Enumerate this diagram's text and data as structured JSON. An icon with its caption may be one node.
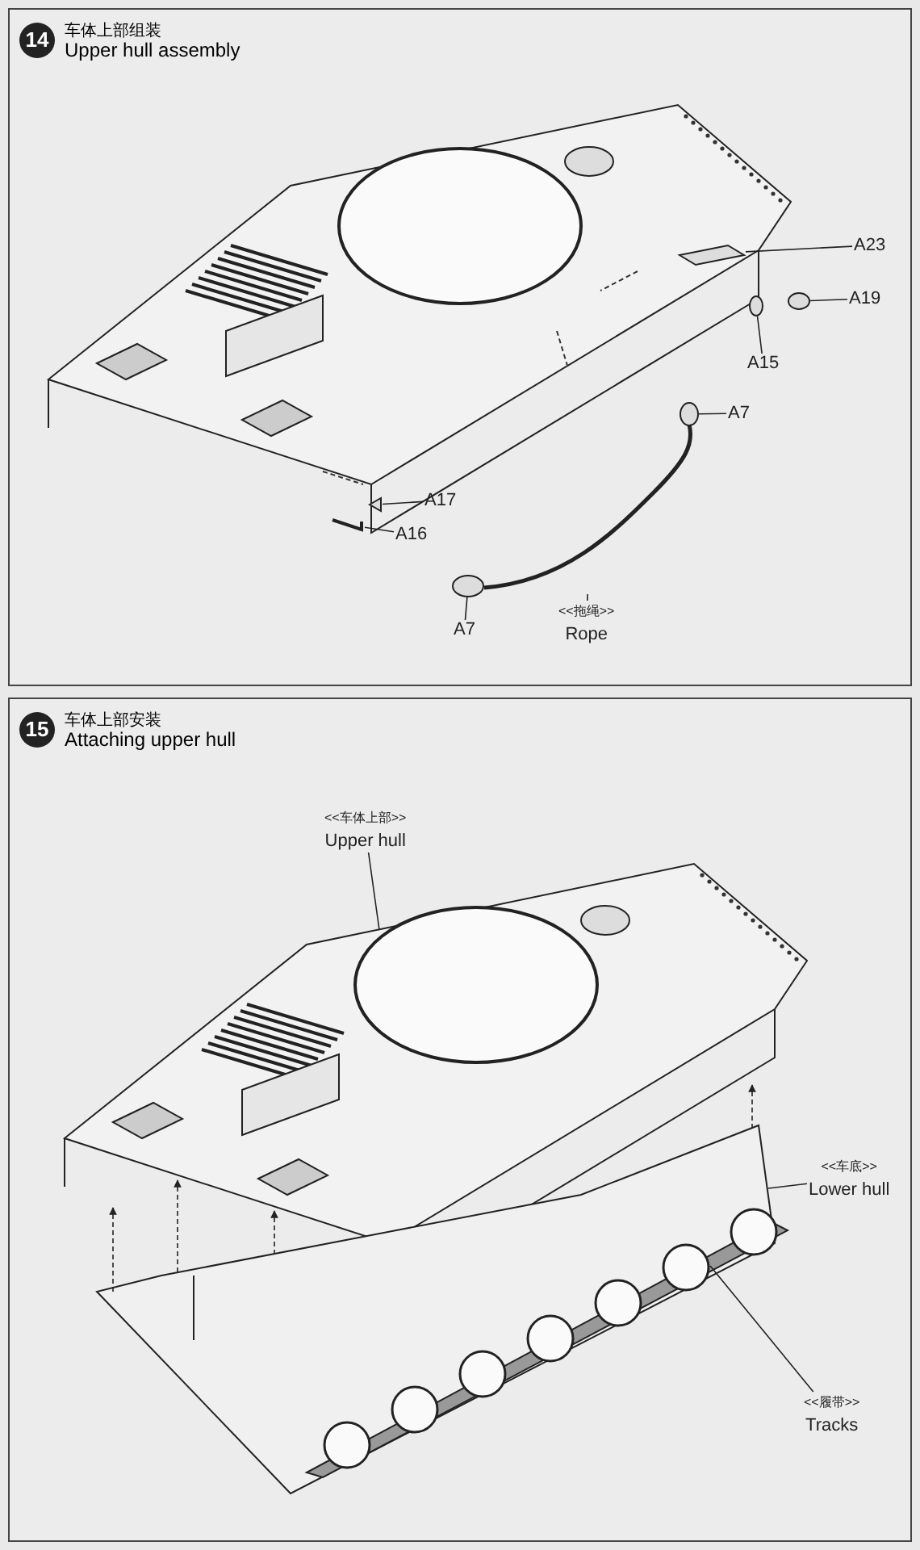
{
  "diagram": {
    "nodes": [
      {
        "text": [
          "14",
          "车体上部组装",
          "Upper hull assembly"
        ]
      },
      {
        "text": [
          "A23"
        ],
        "in": 0
      },
      {
        "text": [
          "A19"
        ],
        "in": 0
      },
      {
        "text": [
          "A15"
        ],
        "in": 0
      },
      {
        "text": [
          "A7"
        ],
        "in": 0
      },
      {
        "text": [
          "A17"
        ],
        "in": 0
      },
      {
        "text": [
          "A16"
        ],
        "in": 0
      },
      {
        "text": [
          "<<拖绳>>",
          "Rope"
        ],
        "in": 0
      },
      {
        "text": [
          "A7"
        ],
        "in": 0
      },
      {
        "text": [],
        "shape": "picture",
        "in": 0
      },
      {
        "text": [],
        "shape": "circle",
        "in": 0
      },
      {
        "text": [],
        "shape": "circle",
        "in": 0
      },
      {
        "text": [],
        "shape": "circle",
        "in": 0
      },
      {
        "text": [],
        "shape": "picture",
        "in": 0
      },
      {
        "text": [],
        "shape": "picture",
        "in": 0
      },
      {
        "text": [],
        "shape": "picture",
        "in": 0
      },
      {
        "text": [],
        "shape": "circle",
        "in": 0
      },
      {
        "text": [
          "15",
          "车体上部安装",
          "Attaching upper hull"
        ]
      },
      {
        "text": [
          "<<车体上部>>",
          "Upper hull"
        ],
        "in": 17
      },
      {
        "text": [
          "<<车底>>",
          "Lower hull"
        ],
        "in": 17
      },
      {
        "text": [
          "<<履带>>",
          "Tracks"
        ],
        "in": 17
      },
      {
        "text": [],
        "shape": "picture",
        "in": 17
      },
      {
        "text": [],
        "shape": "picture",
        "in": 17
      },
      {
        "text": [],
        "shape": "picture",
        "in": 22
      }
    ],
    "edges": [
      {
        "from": 1,
        "to": 9,
        "arrow": "none"
      },
      {
        "from": 2,
        "to": 10,
        "arrow": "none"
      },
      {
        "from": 3,
        "to": 11,
        "arrow": "none"
      },
      {
        "from": 4,
        "to": 12,
        "arrow": "none"
      },
      {
        "from": 5,
        "to": 13,
        "arrow": "none"
      },
      {
        "from": 6,
        "to": 14,
        "arrow": "none"
      },
      {
        "from": 7,
        "to": 15,
        "arrow": "none"
      },
      {
        "from": 8,
        "to": 16,
        "arrow": "none"
      },
      {
        "from": 18,
        "to": 21,
        "arrow": "none"
      },
      {
        "from": 19,
        "to": 22,
        "arrow": "none"
      },
      {
        "from": 20,
        "to": 23,
        "arrow": "none"
      },
      {
        "from": 22,
        "to": 21,
        "arrow": "to",
        "style": "dashed"
      },
      {
        "from": 22,
        "to": 21,
        "arrow": "to",
        "style": "dashed"
      },
      {
        "from": 22,
        "to": 21,
        "arrow": "to",
        "style": "dashed"
      },
      {
        "from": 22,
        "to": 21,
        "arrow": "to",
        "style": "dashed"
      }
    ]
  }
}
